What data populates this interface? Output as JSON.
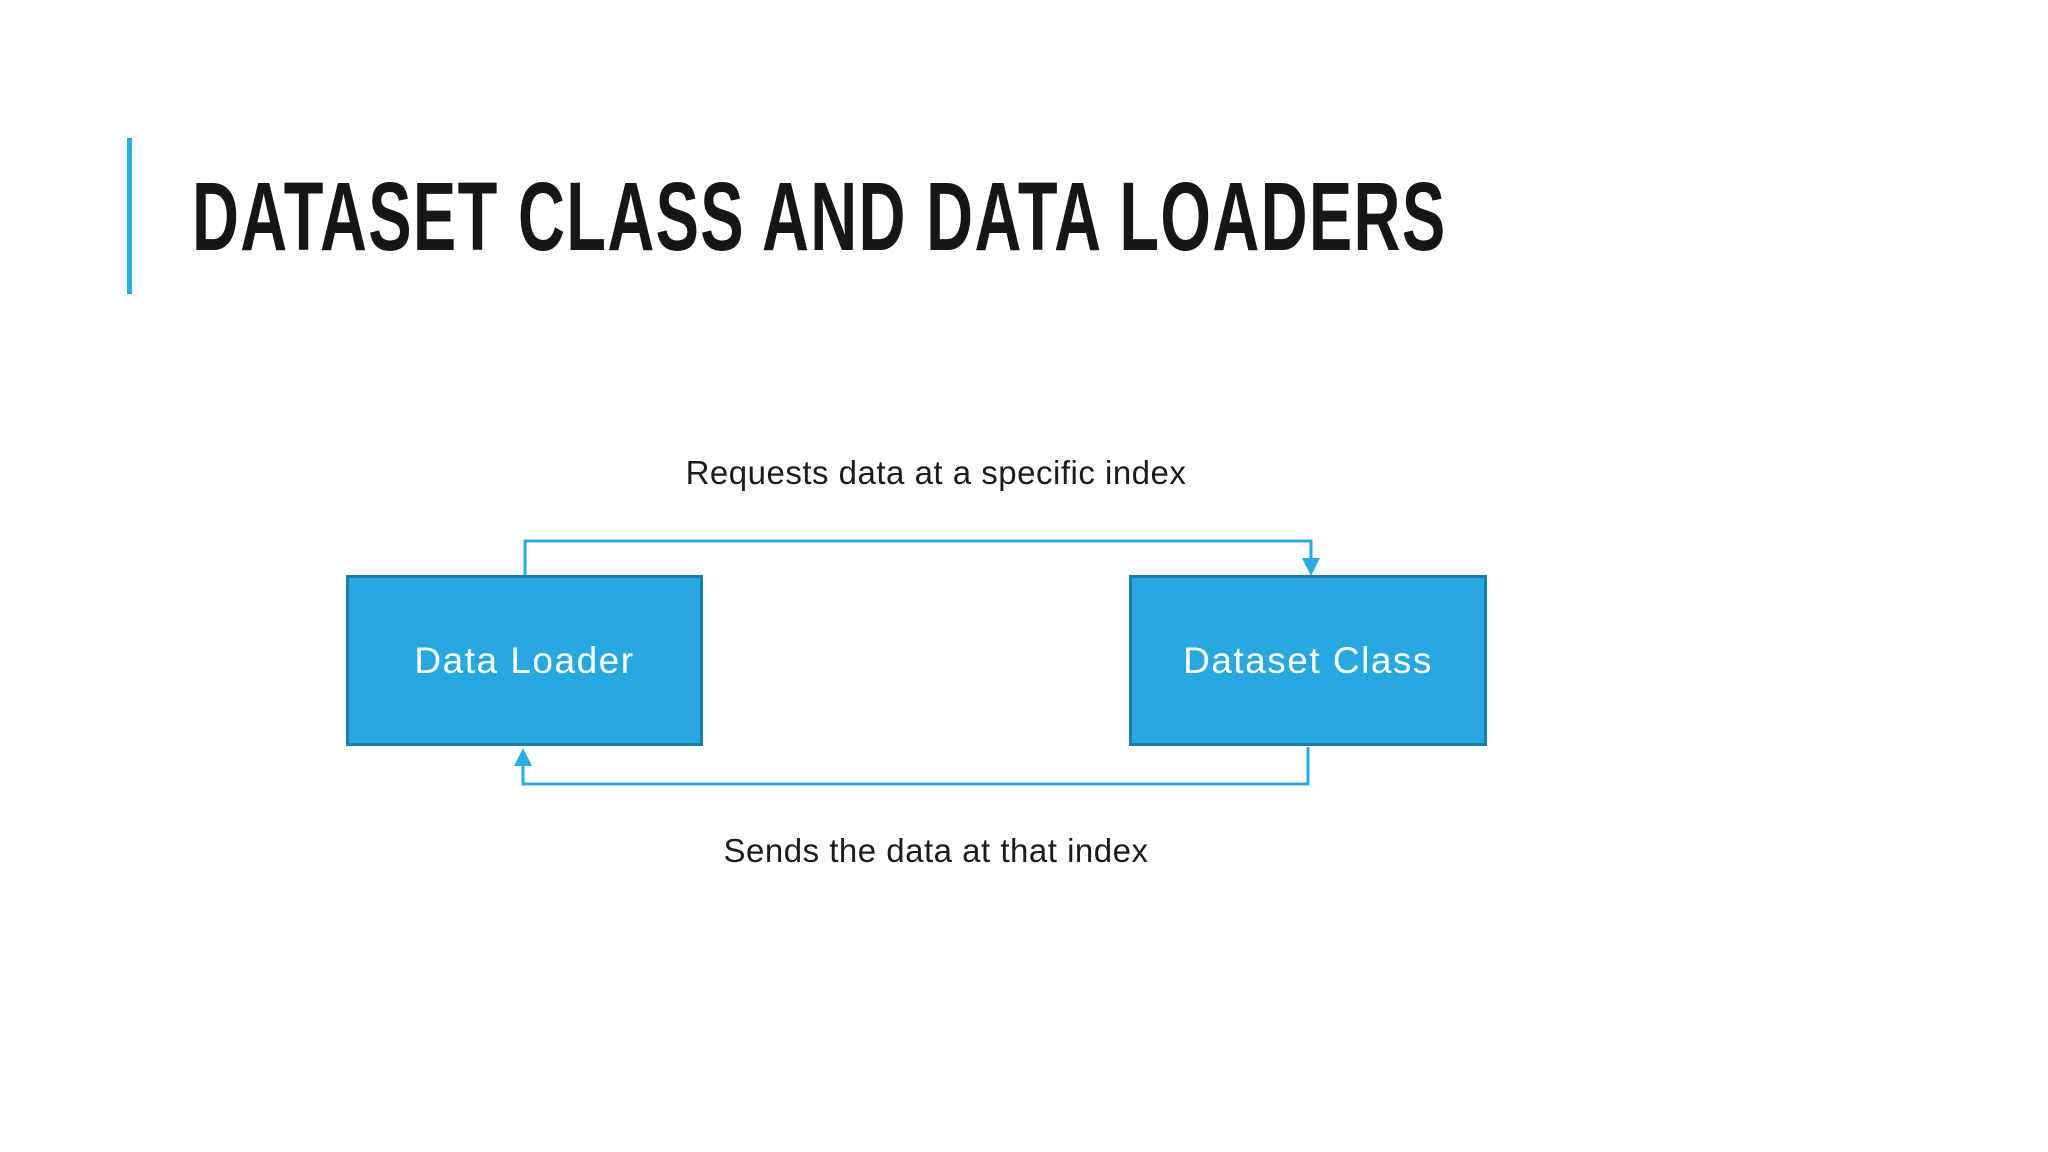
{
  "slide": {
    "background_color": "#FFFFFF",
    "accent_color": "#29ABE2",
    "title": "DATASET CLASS AND DATA LOADERS",
    "title_color": "#161616"
  },
  "diagram": {
    "top_label": "Requests data at a specific index",
    "bottom_label": "Sends the data at that index",
    "label_color": "#1C1C1C",
    "connector_color": "#29ABE2",
    "box_fill": "#27A9E0",
    "box_border_color": "#1B7EA9",
    "box_label_color": "#FFFFFF",
    "boxes": [
      {
        "label": "Data Loader"
      },
      {
        "label": "Dataset Class"
      }
    ]
  }
}
